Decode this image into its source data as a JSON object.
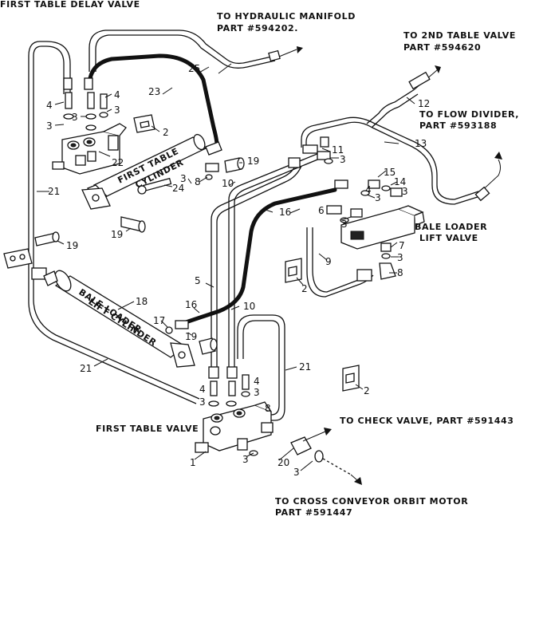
{
  "labels": {
    "first_table_delay_valve": "FIRST TABLE DELAY VALVE",
    "to_hydraulic_manifold": "TO HYDRAULIC MANIFOLD",
    "hydraulic_manifold_part": "PART #594202.",
    "to_2nd_table_valve": "TO 2ND TABLE VALVE",
    "table_valve_part": "PART #594620",
    "to_flow_divider": "TO FLOW DIVIDER,",
    "flow_divider_part": "PART #593188",
    "bale_loader_lift_valve_1": "BALE LOADER",
    "bale_loader_lift_valve_2": "LIFT VALVE",
    "first_table_valve": "FIRST TABLE VALVE",
    "to_check_valve": "TO CHECK VALVE, PART #591443",
    "to_cross_conveyor": "TO CROSS CONVEYOR ORBIT MOTOR",
    "cross_conveyor_part": "PART #591447",
    "first_table_cylinder_1": "FIRST TABLE",
    "first_table_cylinder_2": "CYLINDER",
    "bale_loader_lift_cylinder_1": "BALE LOADER",
    "bale_loader_lift_cylinder_2": "LIFT CYLINDER"
  },
  "callouts": [
    "1",
    "2",
    "3",
    "4",
    "5",
    "6",
    "7",
    "8",
    "9",
    "10",
    "11",
    "12",
    "13",
    "14",
    "15",
    "16",
    "17",
    "18",
    "19",
    "20",
    "21",
    "22",
    "23",
    "24",
    "25"
  ]
}
